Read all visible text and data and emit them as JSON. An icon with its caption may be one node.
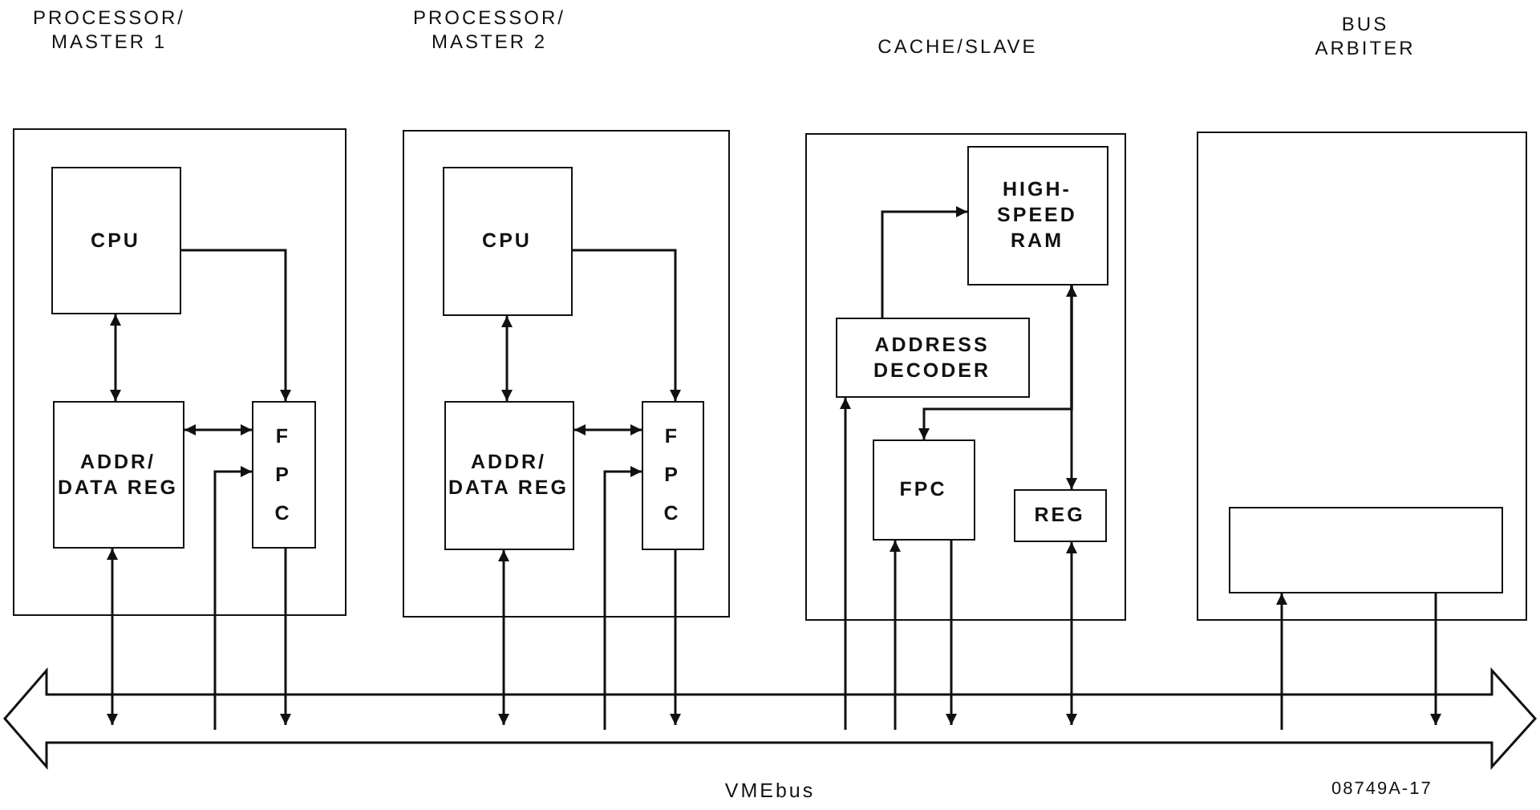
{
  "diagram": {
    "nodes": [
      {
        "text": [
          "PROCESSOR/ MASTER 1"
        ]
      },
      {
        "text": [
          "CPU"
        ],
        "in": 0
      },
      {
        "text": [
          "ADDR/ DATA REG"
        ],
        "in": 0
      },
      {
        "text": [
          "F P C"
        ],
        "in": 0
      },
      {
        "text": [
          "PROCESSOR/ MASTER 2"
        ]
      },
      {
        "text": [
          "CPU"
        ],
        "in": 4
      },
      {
        "text": [
          "ADDR/ DATA REG"
        ],
        "in": 4
      },
      {
        "text": [
          "F P C"
        ],
        "in": 4
      },
      {
        "text": [
          "CACHE/SLAVE"
        ]
      },
      {
        "text": [
          "HIGH- SPEED RAM"
        ],
        "in": 8
      },
      {
        "text": [
          "ADDRESS DECODER"
        ],
        "in": 8
      },
      {
        "text": [
          "FPC"
        ],
        "in": 8
      },
      {
        "text": [
          "REG"
        ],
        "in": 8
      },
      {
        "text": [
          "BUS ARBITER"
        ]
      },
      {
        "text": [],
        "shape": "box",
        "in": 13
      },
      {
        "text": [
          "VMEbus"
        ]
      }
    ],
    "edges": [
      {
        "from": 1,
        "to": 3,
        "arrow": "to"
      },
      {
        "from": 1,
        "to": 2,
        "arrow": "both"
      },
      {
        "from": 2,
        "to": 3,
        "arrow": "both"
      },
      {
        "from": 2,
        "to": 15,
        "arrow": "both"
      },
      {
        "from": 15,
        "to": 3,
        "arrow": "to"
      },
      {
        "from": 3,
        "to": 15,
        "arrow": "to"
      },
      {
        "from": 5,
        "to": 7,
        "arrow": "to"
      },
      {
        "from": 5,
        "to": 6,
        "arrow": "both"
      },
      {
        "from": 6,
        "to": 7,
        "arrow": "both"
      },
      {
        "from": 6,
        "to": 15,
        "arrow": "both"
      },
      {
        "from": 15,
        "to": 7,
        "arrow": "to"
      },
      {
        "from": 7,
        "to": 15,
        "arrow": "to"
      },
      {
        "from": 10,
        "to": 9,
        "arrow": "to"
      },
      {
        "from": 9,
        "to": 12,
        "arrow": "both"
      },
      {
        "from": 9,
        "to": 11,
        "arrow": "to"
      },
      {
        "from": 15,
        "to": 10,
        "arrow": "to"
      },
      {
        "from": 15,
        "to": 11,
        "arrow": "to"
      },
      {
        "from": 11,
        "to": 15,
        "arrow": "to"
      },
      {
        "from": 12,
        "to": 15,
        "arrow": "both"
      },
      {
        "from": 15,
        "to": 14,
        "arrow": "to"
      },
      {
        "from": 14,
        "to": 15,
        "arrow": "to"
      }
    ],
    "labels": [
      "08749A-17"
    ]
  }
}
